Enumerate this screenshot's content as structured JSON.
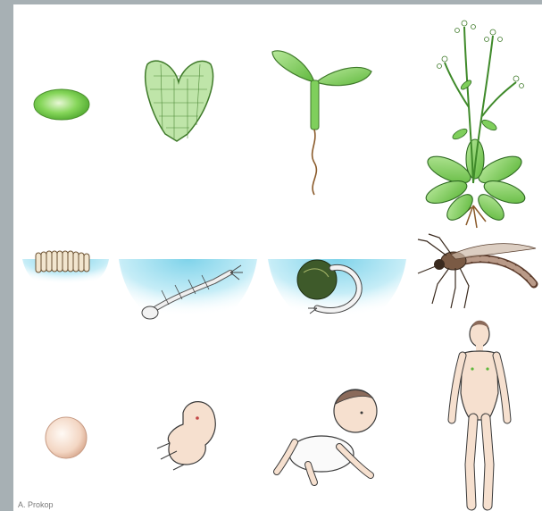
{
  "credit": "A. Prokop",
  "colors": {
    "frame": "#a7b0b4",
    "leaf_green": "#8fd36a",
    "seed_green": "#6cc644",
    "water_blue": "#bfeaf5",
    "skin": "#f6e0cf",
    "outline": "#3a3a3a"
  },
  "rows": [
    {
      "organism": "plant",
      "stages": [
        "seed-icon",
        "embryo-icon",
        "seedling-icon",
        "adult-plant-icon"
      ]
    },
    {
      "organism": "mosquito",
      "stages": [
        "egg-raft-icon",
        "larva-icon",
        "pupa-icon",
        "adult-mosquito-icon"
      ]
    },
    {
      "organism": "human",
      "stages": [
        "egg-cell-icon",
        "fetus-icon",
        "baby-icon",
        "adult-human-icon"
      ]
    }
  ]
}
